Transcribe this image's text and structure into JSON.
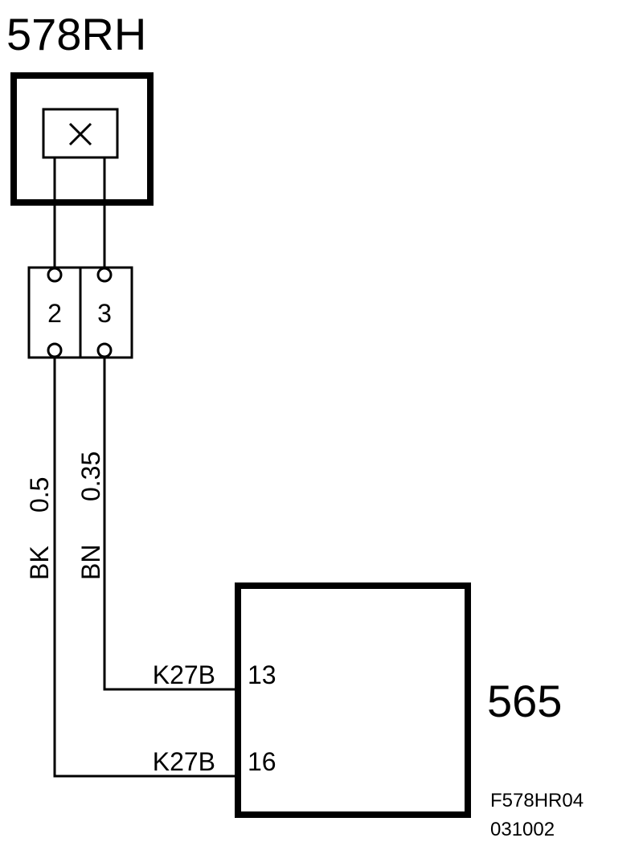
{
  "components": {
    "top_id": "578RH",
    "bottom_id": "565"
  },
  "connector": {
    "pin_left": "2",
    "pin_right": "3"
  },
  "wires": {
    "left_color": "BK",
    "left_size": "0.5",
    "right_color": "BN",
    "right_size": "0.35"
  },
  "terminals": {
    "upper_label": "K27B",
    "upper_pin": "13",
    "lower_label": "K27B",
    "lower_pin": "16"
  },
  "drawing_ref": {
    "code": "F578HR04",
    "date": "031002"
  }
}
